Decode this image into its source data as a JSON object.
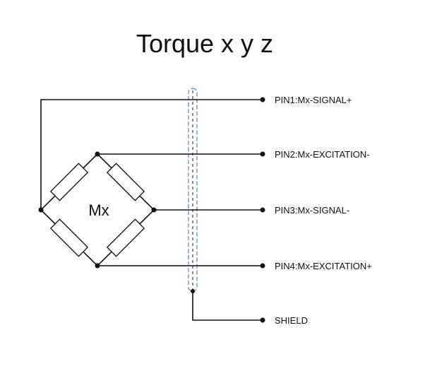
{
  "title": "Torque x y z",
  "bridge_label": "Mx",
  "pins": [
    {
      "label": "PIN1:Mx-SIGNAL+"
    },
    {
      "label": "PIN2:Mx-EXCITATION-"
    },
    {
      "label": "PIN3:Mx-SIGNAL-"
    },
    {
      "label": "PIN4:Mx-EXCITATION+"
    },
    {
      "label": "SHIELD"
    }
  ],
  "colors": {
    "line": "#111111",
    "shield_outline": "#5a86b6",
    "background": "#ffffff"
  }
}
